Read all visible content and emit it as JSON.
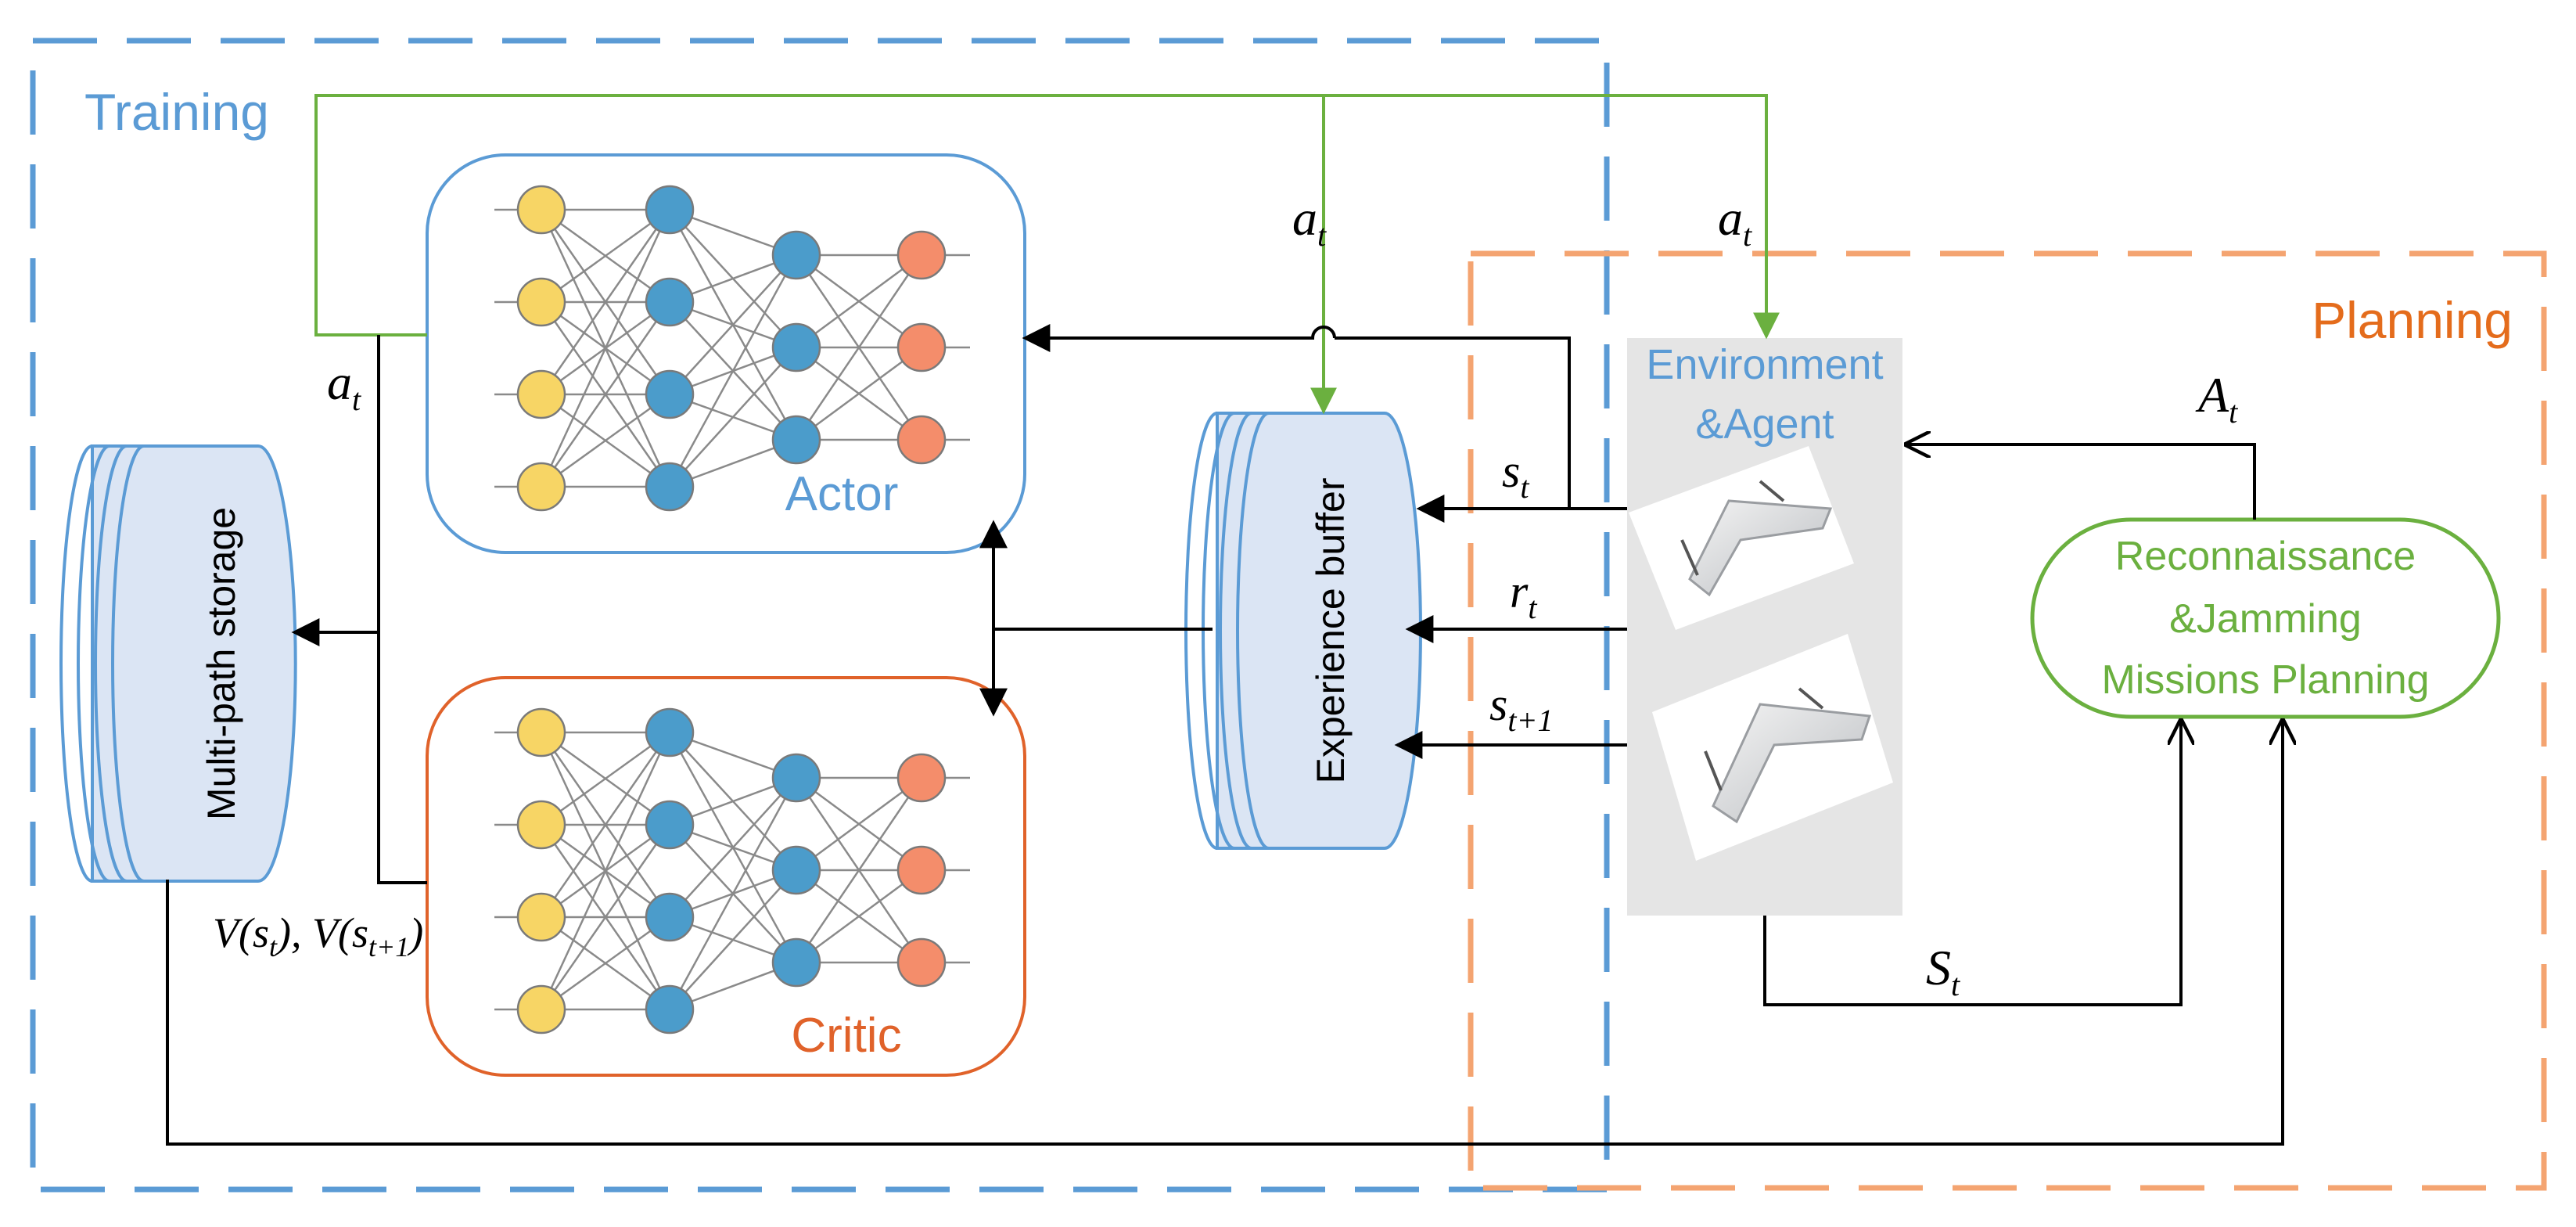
{
  "regions": {
    "training_label": "Training",
    "planning_label": "Planning"
  },
  "boxes": {
    "actor_label": "Actor",
    "critic_label": "Critic",
    "experience_buffer_label": "Experience buffer",
    "multipath_storage_label": "Multi-path storage",
    "environment_line1": "Environment",
    "environment_line2": "&Agent",
    "mission_line1": "Reconnaissance",
    "mission_line2": "&Jamming",
    "mission_line3": "Missions Planning"
  },
  "signals": {
    "action_top_left": "a",
    "action_top_right": "a",
    "action_left": "a",
    "action_sub": "t",
    "state": "s",
    "state_sub": "t",
    "reward": "r",
    "reward_sub": "t",
    "next_state": "s",
    "next_state_sub": "t+1",
    "value_expr": "V(s",
    "value_sub1": "t",
    "value_mid": "), V(s",
    "value_sub2": "t+1",
    "value_end": ")",
    "global_action": "A",
    "global_action_sub": "t",
    "global_state": "S",
    "global_state_sub": "t"
  },
  "colors": {
    "training_blue": "#5b9bd5",
    "planning_orange": "#f4a471",
    "planning_text": "#e46c1c",
    "actor_border": "#5b9bd5",
    "critic_border": "#e0622a",
    "mission_green": "#6bb03f",
    "cylinder_fill": "#dbe5f4",
    "input_node": "#f7d565",
    "hidden_node": "#4b9ccb",
    "output_node": "#f48d6b",
    "env_panel": "#e5e5e5"
  }
}
